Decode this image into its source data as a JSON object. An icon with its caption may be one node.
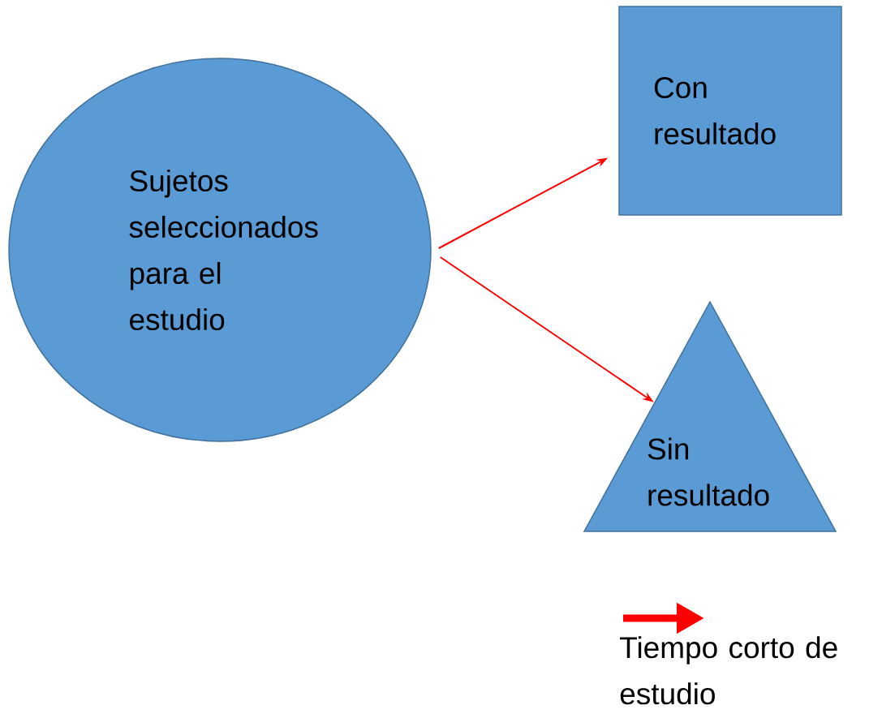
{
  "diagram": {
    "nodes": [
      {
        "text": [
          "Sujetos seleccionados para el estudio"
        ]
      },
      {
        "text": [
          "Con resultado"
        ]
      },
      {
        "text": [
          "Sin resultado"
        ]
      }
    ],
    "edges": [
      {
        "from": 0,
        "to": 1,
        "arrow": "to"
      },
      {
        "from": 0,
        "to": 2,
        "arrow": "to"
      }
    ],
    "legend": [
      {
        "text": "Tiempo corto de estudio"
      }
    ]
  }
}
